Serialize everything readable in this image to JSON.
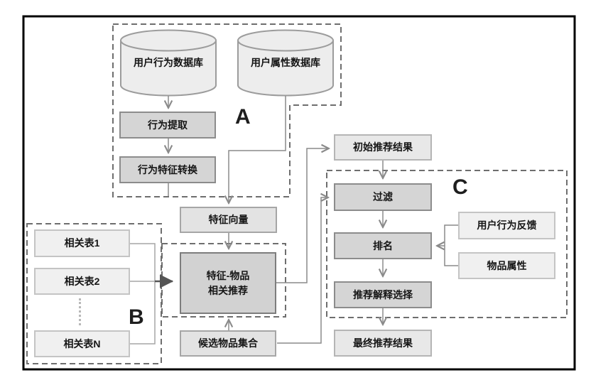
{
  "diagram": {
    "group_labels": {
      "a": "A",
      "b": "B",
      "c": "C"
    },
    "nodes": {
      "user_behavior_db": "用户行为数据库",
      "user_attribute_db": "用户属性数据库",
      "behavior_extraction": "行为提取",
      "behavior_feature_conversion": "行为特征转换",
      "feature_vector": "特征向量",
      "related_table_1": "相关表1",
      "related_table_2": "相关表2",
      "related_table_n": "相关表N",
      "feature_item_recommendation": "特征-物品\n相关推荐",
      "candidate_item_set": "候选物品集合",
      "initial_recommendation_result": "初始推荐结果",
      "filter": "过滤",
      "ranking": "排名",
      "user_behavior_feedback": "用户行为反馈",
      "item_attributes": "物品属性",
      "recommendation_explanation_selection": "推荐解释选择",
      "final_recommendation_result": "最终推荐结果"
    },
    "colors": {
      "frame": "#000000",
      "dashed_outline": "#6e6e6e",
      "connector": "#8a8a8a",
      "feeder_connector": "#a5a5a5",
      "bold_connector": "#555555",
      "process_fill": "#d5d5d5",
      "process_border": "#8c8c8c",
      "big_process_fill": "#d2d2d2",
      "io_fill": "#e3e3e3",
      "result_fill": "#e8e8e8",
      "light_fill": "#f0f0f0",
      "cylinder_fill": "#ededed",
      "cylinder_border": "#9c9c9c"
    }
  }
}
